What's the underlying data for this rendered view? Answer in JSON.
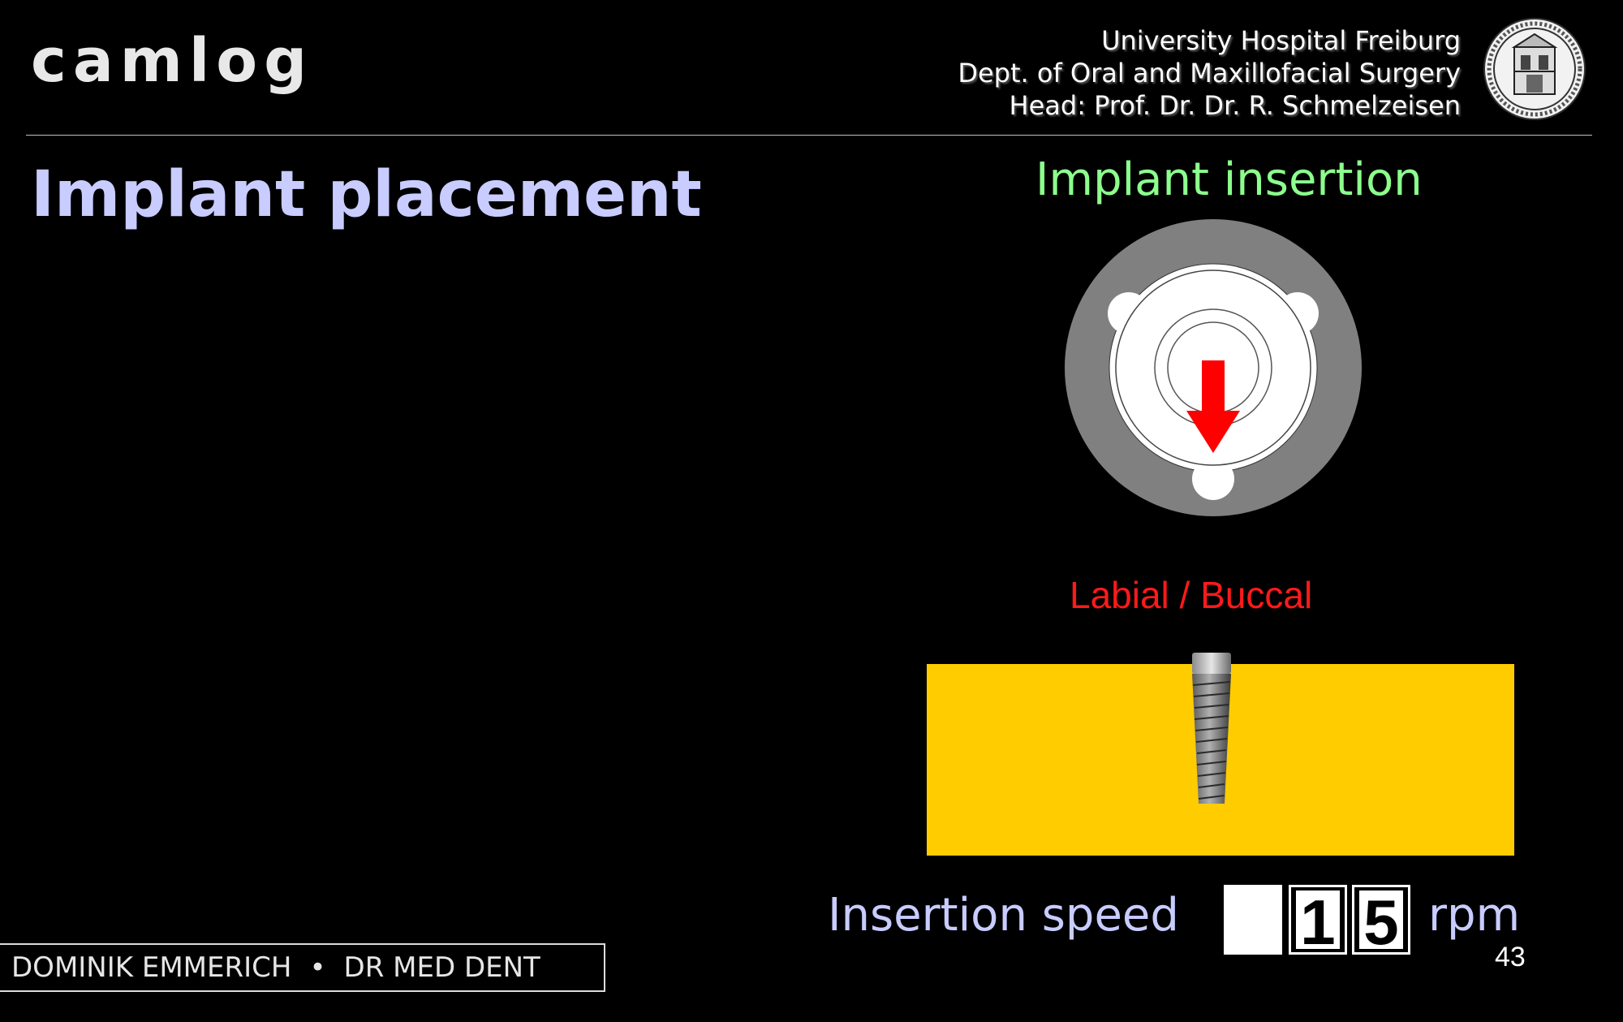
{
  "header": {
    "logo_text": "camlog",
    "institution": {
      "line1": "University Hospital Freiburg",
      "line2": "Dept. of Oral and Maxillofacial Surgery",
      "line3": "Head: Prof. Dr. Dr. R. Schmelzeisen"
    }
  },
  "slide": {
    "title": "Implant placement",
    "insertion_title": "Implant insertion",
    "direction_label": "Labial / Buccal",
    "speed_label": "Insertion speed",
    "speed_digits": [
      "",
      "1",
      "5"
    ],
    "speed_unit": "rpm",
    "page_number": "43"
  },
  "footer": {
    "author": "DOMINIK EMMERICH",
    "separator": "•",
    "degree": "DR MED DENT"
  },
  "colors": {
    "background": "#000000",
    "title": "#c8ccff",
    "insertion_title": "#8cff8c",
    "direction_label": "#ff1a1a",
    "bone": "#ffcc00",
    "arrow": "#ff0000"
  },
  "icons": {
    "seal": "university-seal-icon",
    "arrow": "arrow-down-icon"
  }
}
